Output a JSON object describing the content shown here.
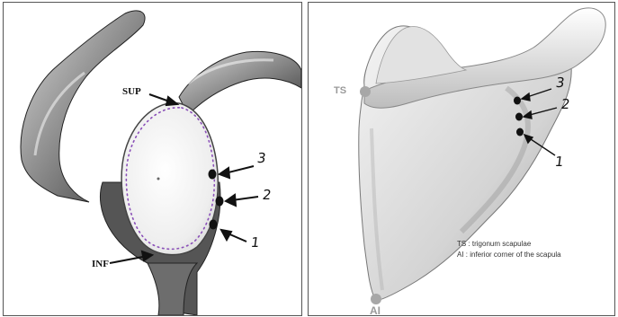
{
  "left_panel": {
    "labels": {
      "sup": "SUP",
      "inf": "INF"
    },
    "markers": [
      "3",
      "2",
      "1"
    ]
  },
  "right_panel": {
    "landmarks": {
      "ts": "TS",
      "ai": "AI"
    },
    "markers": [
      "3",
      "2",
      "1"
    ],
    "legend": [
      "TS : trigonum scapulae",
      "AI : inferior corner of the scapula"
    ]
  }
}
